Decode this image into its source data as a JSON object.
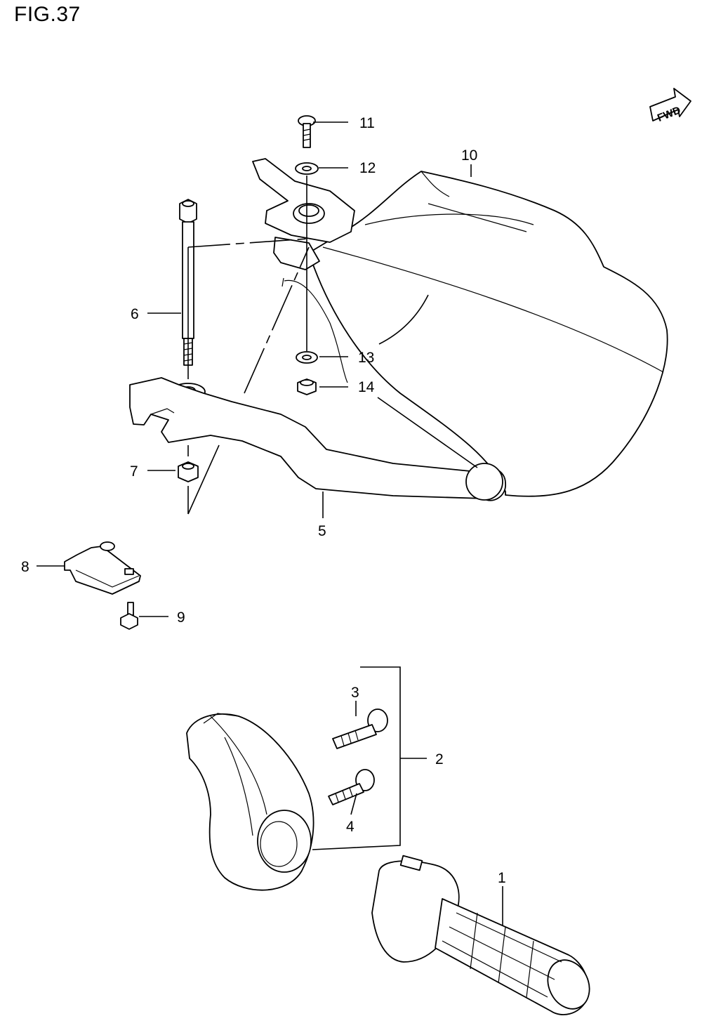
{
  "figure": {
    "title": "FIG.37"
  },
  "fwd_arrow": {
    "label": "FWD"
  },
  "callouts": {
    "c1": "1",
    "c2": "2",
    "c3": "3",
    "c4": "4",
    "c5": "5",
    "c6": "6",
    "c7": "7",
    "c8": "8",
    "c9": "9",
    "c10": "10",
    "c11": "11",
    "c12": "12",
    "c13": "13",
    "c14": "14"
  }
}
